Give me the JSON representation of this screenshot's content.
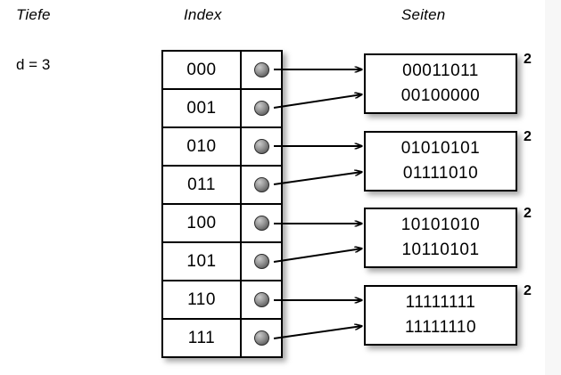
{
  "labels": {
    "depth_header": "Tiefe",
    "index_header": "Index",
    "pages_header": "Seiten",
    "depth_value": "d = 3"
  },
  "index": {
    "rows": [
      {
        "key": "000",
        "pointer_icon": "dot-icon",
        "page": 0
      },
      {
        "key": "001",
        "pointer_icon": "dot-icon",
        "page": 0
      },
      {
        "key": "010",
        "pointer_icon": "dot-icon",
        "page": 1
      },
      {
        "key": "011",
        "pointer_icon": "dot-icon",
        "page": 1
      },
      {
        "key": "100",
        "pointer_icon": "dot-icon",
        "page": 2
      },
      {
        "key": "101",
        "pointer_icon": "dot-icon",
        "page": 2
      },
      {
        "key": "110",
        "pointer_icon": "dot-icon",
        "page": 3
      },
      {
        "key": "111",
        "pointer_icon": "dot-icon",
        "page": 3
      }
    ]
  },
  "pages": [
    {
      "lines": [
        "00011011",
        "00100000"
      ],
      "count": "2"
    },
    {
      "lines": [
        "01010101",
        "01111010"
      ],
      "count": "2"
    },
    {
      "lines": [
        "10101010",
        "10110101"
      ],
      "count": "2"
    },
    {
      "lines": [
        "11111111",
        "11111110"
      ],
      "count": "2"
    }
  ],
  "colors": {
    "background": "#ffffff",
    "stroke": "#000000",
    "dot_fill": "#6d6d6d",
    "shadow": "rgba(0,0,0,0.35)"
  }
}
